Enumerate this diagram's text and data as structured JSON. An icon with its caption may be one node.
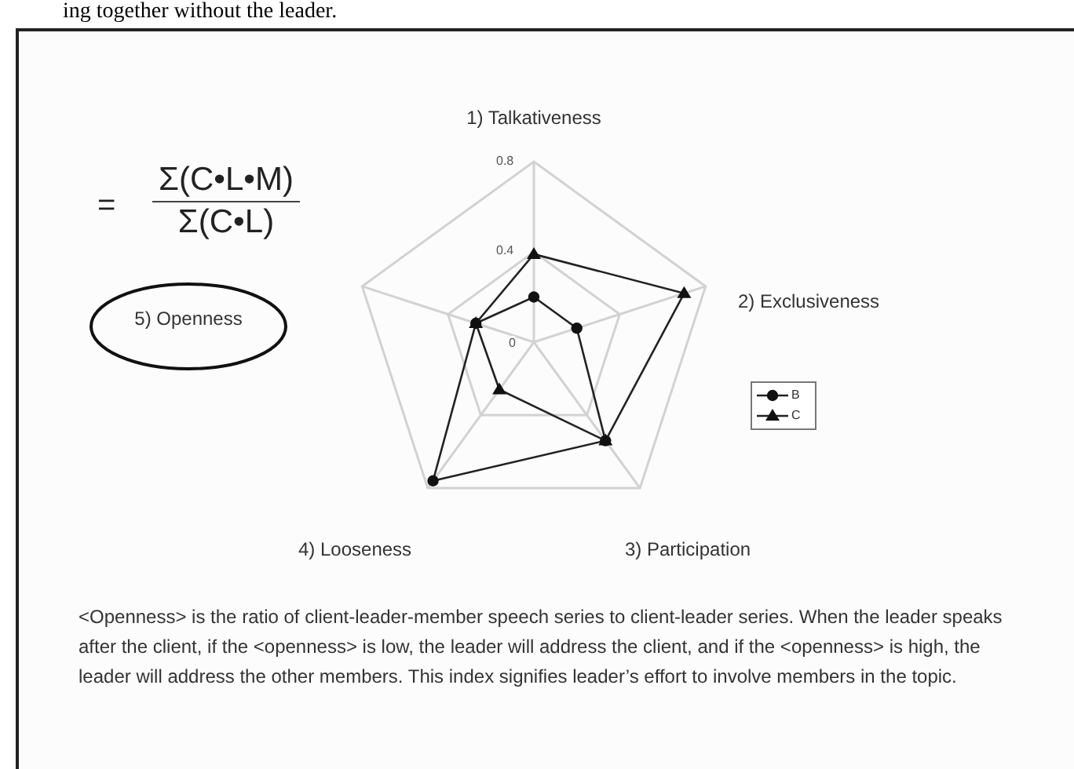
{
  "diagram": {
    "nodes": [
      {
        "text": [
          "5) Openness"
        ]
      }
    ],
    "labels": [
      "ing together without the leader.",
      "=",
      "Σ(C•L•M)",
      "Σ(C•L)",
      "1) Talkativeness",
      "0.8",
      "0.4",
      "0",
      "2) Exclusiveness",
      "4) Looseness",
      "3) Participation",
      "<Openness> is the ratio of client-leader-member speech series to client-leader series. When the leader speaks after the client, if the  <openness> is low,  the leader will address the client,  and if the <openness> is high, the leader will address the other members. This index signifies leader’s effort to involve members in the topic."
    ],
    "legend": [
      {
        "text": "B"
      },
      {
        "text": "C"
      }
    ]
  }
}
